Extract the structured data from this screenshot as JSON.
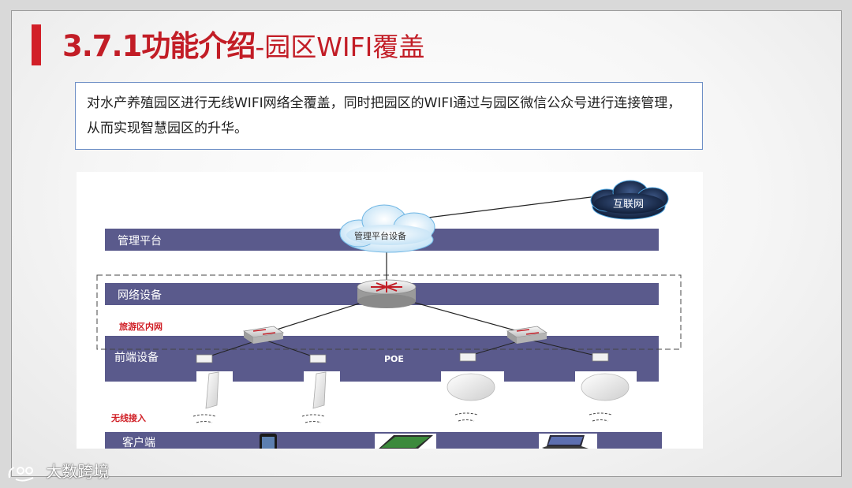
{
  "slide": {
    "title_main": "3.7.1功能介绍",
    "title_sub": "-园区WIFI覆盖",
    "description": "对水产养殖园区进行无线WIFI网络全覆盖，同时把园区的WIFI通过与园区微信公众号进行连接管理，从而实现智慧园区的升华。"
  },
  "diagram": {
    "layers": {
      "management": "管理平台",
      "network": "网络设备",
      "frontend": "前端设备",
      "client": "客户端"
    },
    "cloud_internet": "互联网",
    "cloud_platform": "管理平台设备",
    "zone_label": "旅游区内网",
    "poe_label": "POE",
    "wireless_label": "无线接入"
  },
  "watermark": "大数跨境",
  "colors": {
    "title_red": "#c21d26",
    "accent_red": "#d21f28",
    "layer_band": "#5a5a8c",
    "box_border": "#6e8fc6"
  }
}
